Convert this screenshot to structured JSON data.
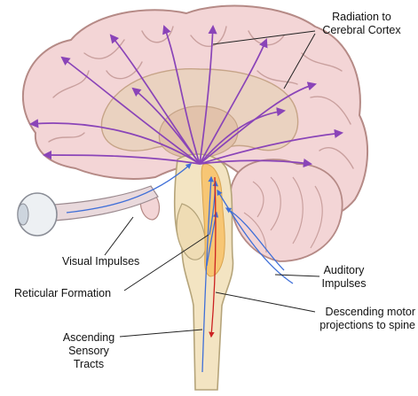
{
  "labels": {
    "radiation_line1": "Radiation to",
    "radiation_line2": "Cerebral Cortex",
    "visual": "Visual Impulses",
    "auditory_line1": "Auditory",
    "auditory_line2": "Impulses",
    "reticular": "Reticular Formation",
    "descending_line1": "Descending motor",
    "descending_line2": "projections to spine",
    "ascending_line1": "Ascending",
    "ascending_line2": "Sensory",
    "ascending_line3": "Tracts"
  },
  "colors": {
    "cortex_fill": "#f3d5d6",
    "cortex_stroke": "#b58a86",
    "inner_fill": "#ead2c0",
    "brainstem_fill": "#f3e4c2",
    "reticular_fill": "#f7c674",
    "projection_arrows": "#8a44b8",
    "sensory_arrows": "#3f6fd8",
    "motor_arrows": "#cc2222",
    "leader_lines": "#222222"
  }
}
